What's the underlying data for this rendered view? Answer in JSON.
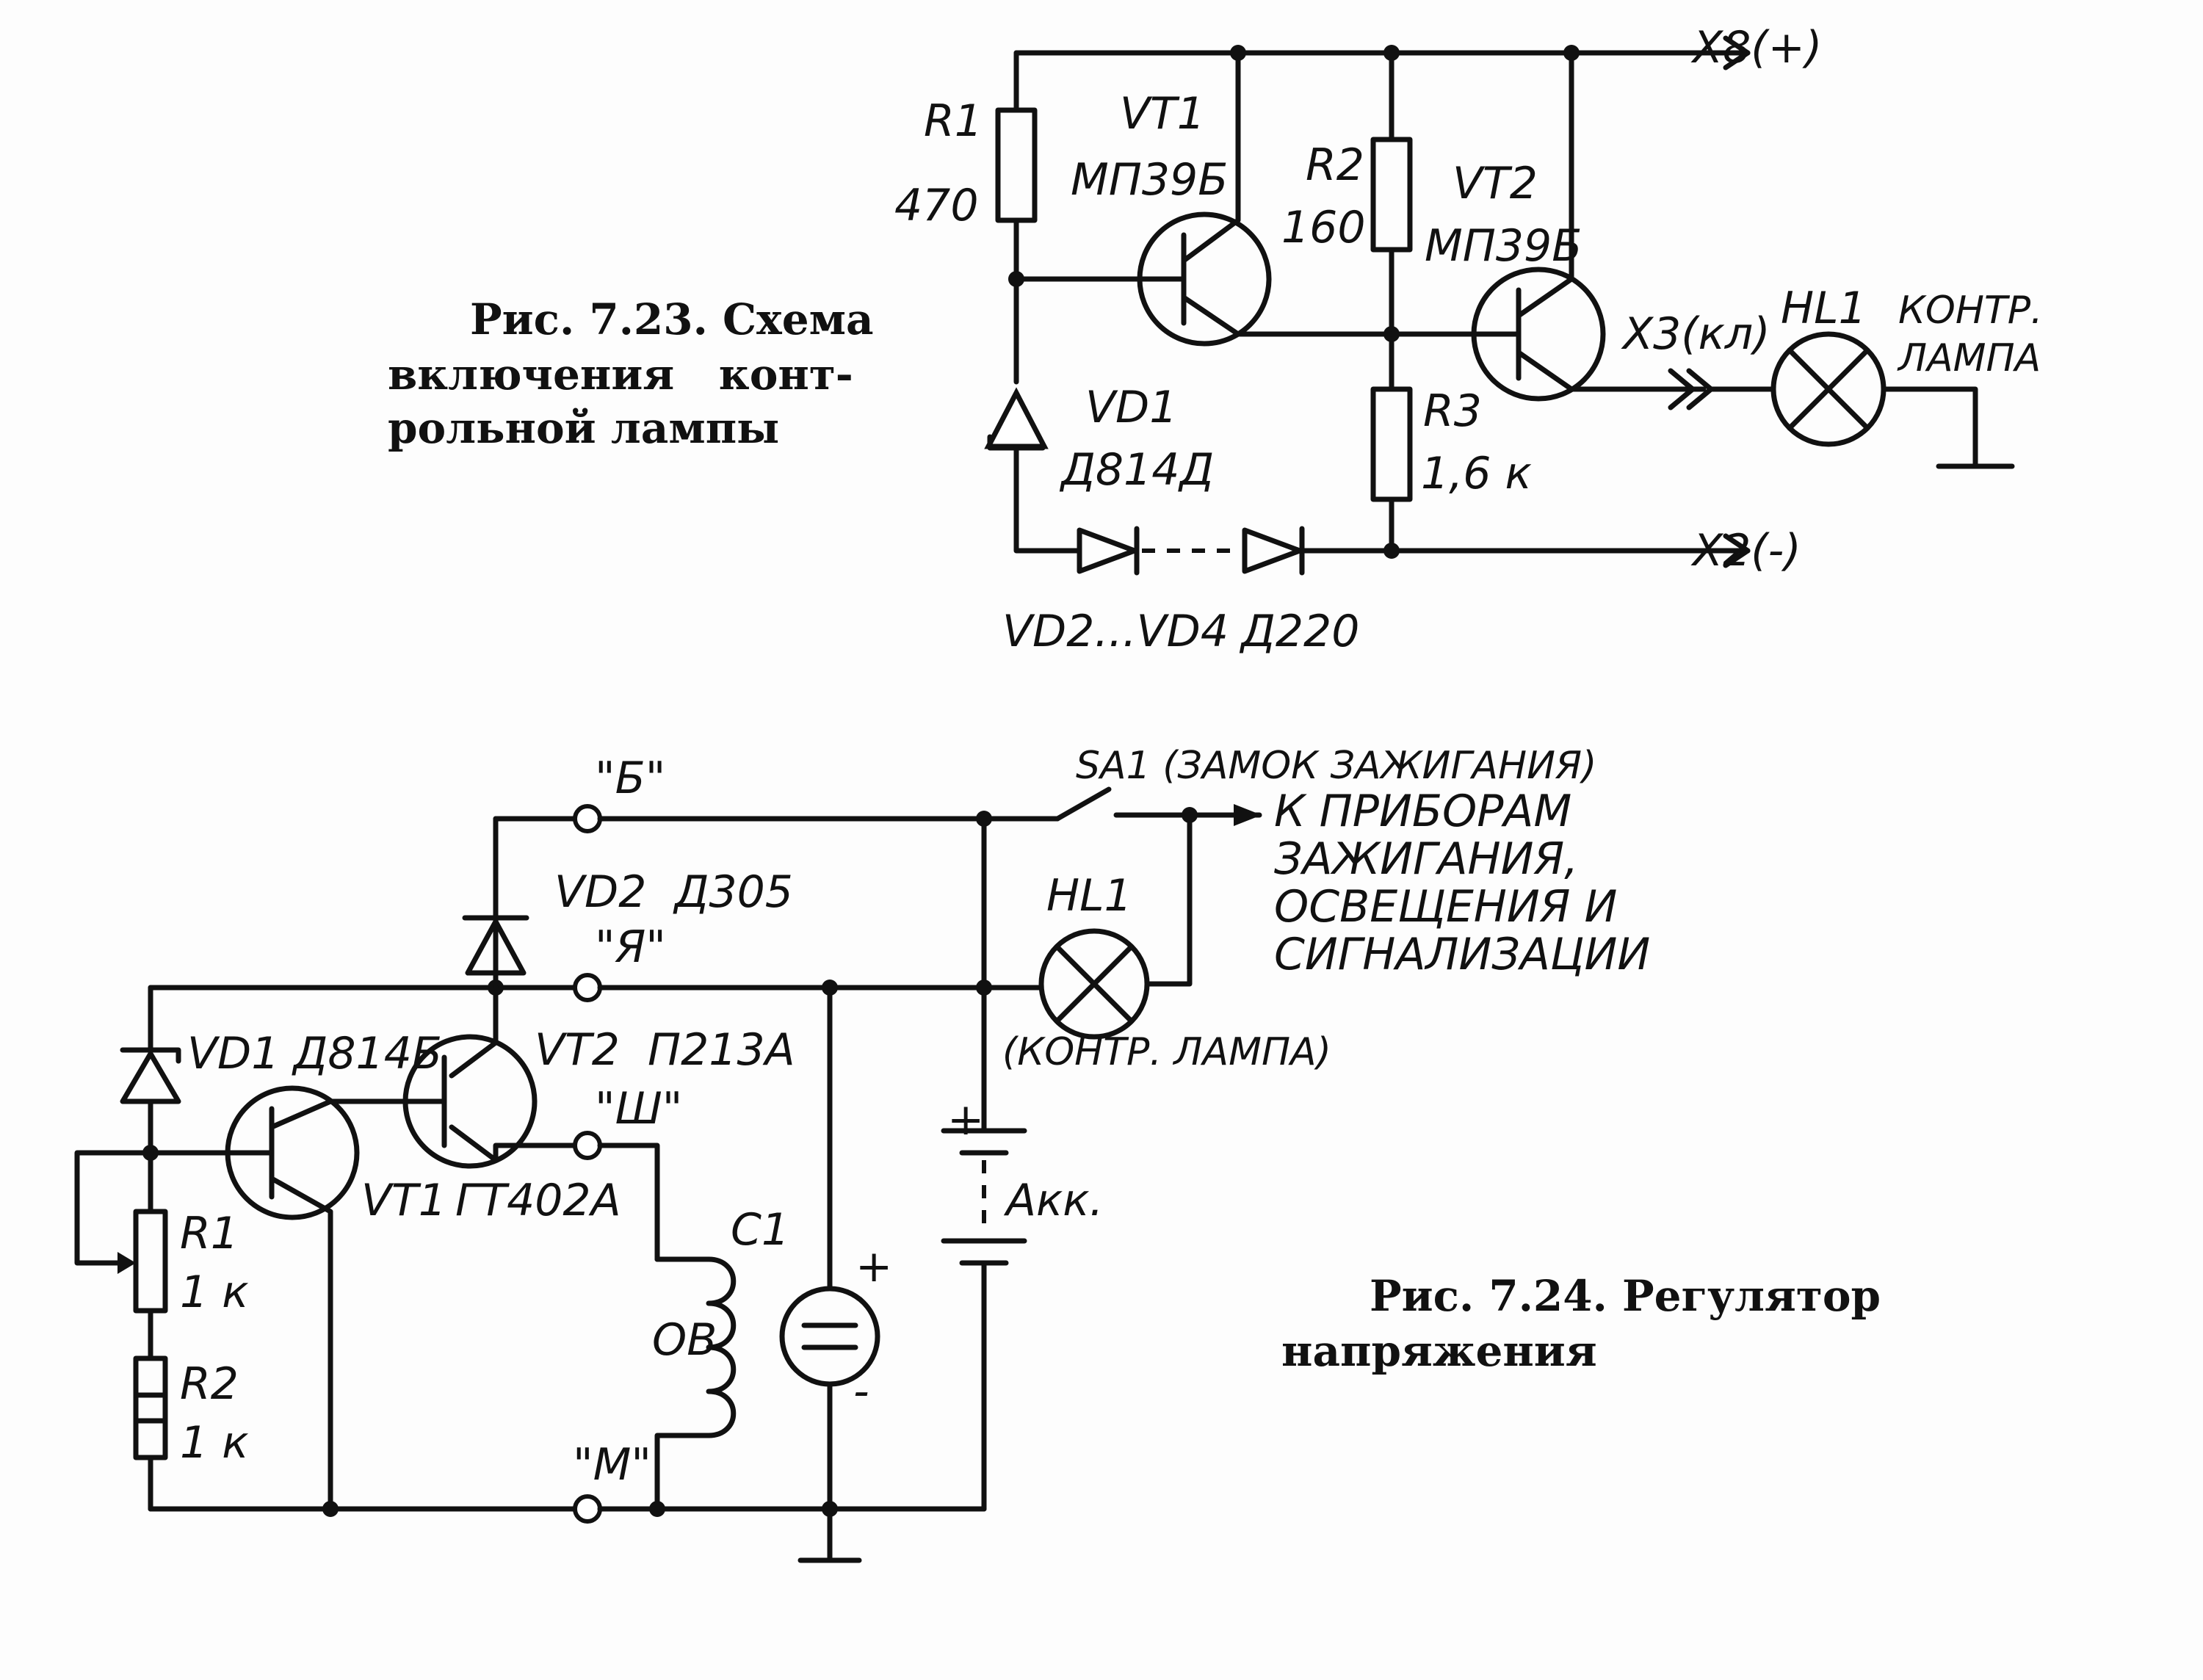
{
  "figure_723": {
    "caption_lines": [
      "Рис. 7.23. Схема",
      "включения   конт-",
      "рольной лампы"
    ],
    "r1_name": "R1",
    "r1_value": "470",
    "vt1_name": "VT1",
    "vt1_type": "МП39Б",
    "r2_name": "R2",
    "r2_value": "160",
    "vt2_name": "VT2",
    "vt2_type": "МП39Б",
    "x8": "X8(+)",
    "x3": "X3(кл)",
    "hl1_name": "HL1",
    "hl1_note": [
      "КОНТР.",
      "ЛАМПА"
    ],
    "vd1_name": "VD1",
    "vd1_type": "Д814Д",
    "r3_name": "R3",
    "r3_value": "1,6 к",
    "x2": "X2(-)",
    "vd2_vd4": "VD2...VD4",
    "d220": "Д220"
  },
  "figure_724": {
    "caption_lines": [
      "Рис. 7.24. Регулятор",
      "напряжения"
    ],
    "sa1": "SA1 (ЗАМОК ЗАЖИГАНИЯ)",
    "to_devices": [
      "К ПРИБОРАМ",
      "ЗАЖИГАНИЯ,",
      "ОСВЕЩЕНИЯ И",
      "СИГНАЛИЗАЦИИ"
    ],
    "term_b": "\"Б\"",
    "term_ya": "\"Я\"",
    "term_sh": "\"Ш\"",
    "term_m": "\"М\"",
    "vd2": "VD2  Д305",
    "hl1_name": "HL1",
    "hl1_note": "(КОНТР. ЛАМПА)",
    "vd1": "VD1 Д814Б",
    "vt2": "VT2  П213А",
    "vt1": "VT1",
    "vt1_type": "ГТ402А",
    "r1_name": "R1",
    "r1_value": "1 к",
    "r2_name": "R2",
    "r2_value": "1 к",
    "c1": "C1",
    "ob": "ОВ",
    "akk": "Акк.",
    "plus": "+",
    "minus": "-"
  }
}
